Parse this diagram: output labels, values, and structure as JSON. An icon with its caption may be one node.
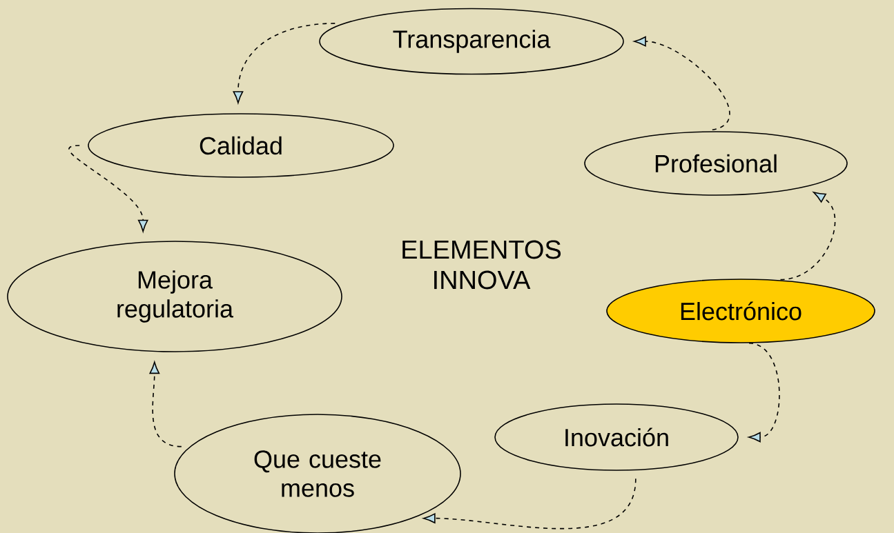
{
  "diagram": {
    "nodes": [
      {
        "text": [
          "Transparencia"
        ]
      },
      {
        "text": [
          "Calidad"
        ]
      },
      {
        "text": [
          "Profesional"
        ]
      },
      {
        "text": [
          "Mejora regulatoria"
        ]
      },
      {
        "text": [
          "Electrónico"
        ]
      },
      {
        "text": [
          "Inovación"
        ]
      },
      {
        "text": [
          "Que cueste menos"
        ]
      }
    ],
    "edges": [
      {
        "from": 4,
        "to": 2,
        "arrow": "to",
        "style": "dashed"
      },
      {
        "from": 2,
        "to": 0,
        "arrow": "to",
        "style": "dashed"
      },
      {
        "from": 0,
        "to": 1,
        "arrow": "to",
        "style": "dashed"
      },
      {
        "from": 1,
        "to": 3,
        "arrow": "to",
        "style": "dashed"
      },
      {
        "from": 6,
        "to": 3,
        "arrow": "to",
        "style": "dashed"
      },
      {
        "from": 5,
        "to": 6,
        "arrow": "to",
        "style": "dashed"
      },
      {
        "from": 4,
        "to": 5,
        "arrow": "to",
        "style": "dashed"
      }
    ],
    "labels": [
      "ELEMENTOS INNOVA"
    ]
  }
}
